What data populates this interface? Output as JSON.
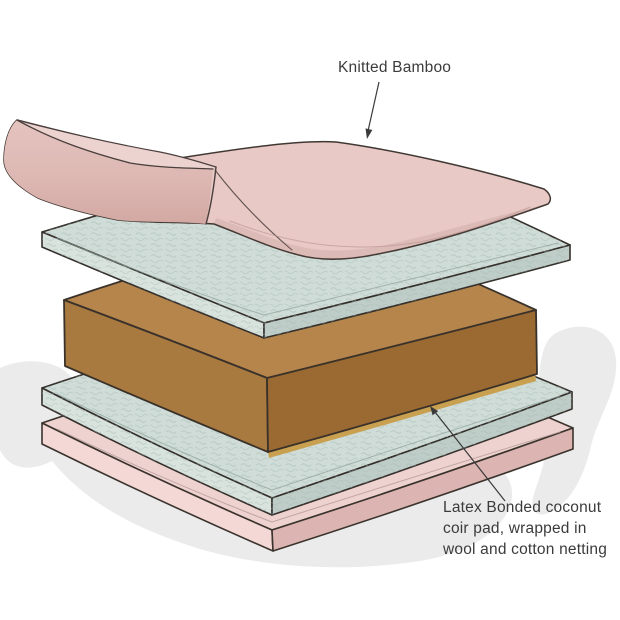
{
  "diagram": {
    "title": "Mattress layers exploded diagram",
    "annotations": {
      "knitted_bamboo": {
        "text": "Knitted Bamboo"
      },
      "coir_pad": {
        "lines": [
          "Latex Bonded coconut",
          "coir pad, wrapped in",
          "wool and cotton netting"
        ]
      }
    },
    "layers": [
      {
        "name": "knitted bamboo sheet"
      },
      {
        "name": "quilted pad upper"
      },
      {
        "name": "coir pad core"
      },
      {
        "name": "quilted pad lower"
      },
      {
        "name": "base pad"
      }
    ]
  },
  "colors": {
    "bamboo_sheet_pink": "#e8c9c5",
    "bamboo_sheet_underside": "#dcb8b3",
    "quilted_layer_blue": "#cfdcd7",
    "coir_pad_brown": "#b5854c",
    "base_layer_pink": "#eed2cf",
    "shadow_gray": "#ebebeb",
    "outline_dark": "#3a332e",
    "label_text": "#3b3b3b"
  }
}
